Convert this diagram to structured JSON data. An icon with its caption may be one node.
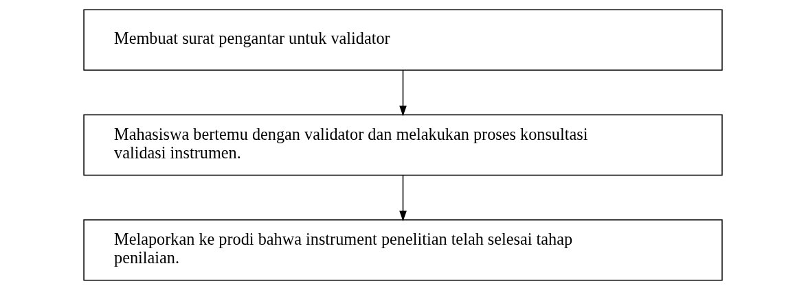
{
  "diagram": {
    "nodes": [
      {
        "text": [
          "Membuat surat pengantar untuk validator"
        ]
      },
      {
        "text": [
          "Mahasiswa bertemu dengan validator dan melakukan proses konsultasi validasi instrumen."
        ]
      },
      {
        "text": [
          "Melaporkan ke prodi bahwa instrument penelitian telah selesai tahap penilaian."
        ]
      }
    ],
    "edges": [
      {
        "from": 0,
        "to": 1,
        "arrow": "to"
      },
      {
        "from": 1,
        "to": 2,
        "arrow": "to"
      }
    ]
  }
}
